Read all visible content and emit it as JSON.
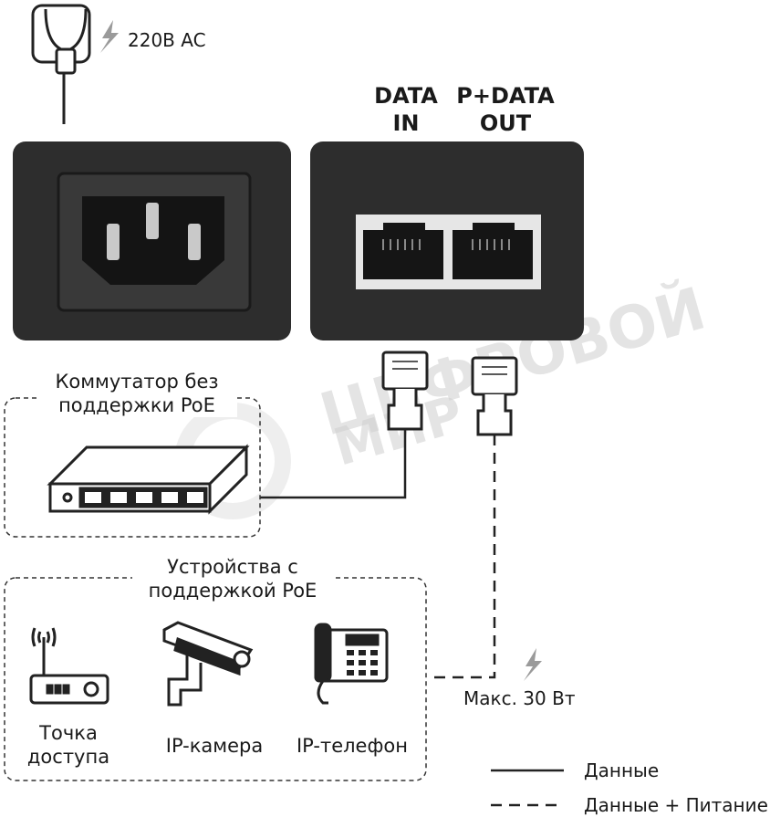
{
  "power": {
    "voltage_label": "220В AC"
  },
  "injector": {
    "data_in_label": "DATA\nIN",
    "data_out_label": "P+DATA\nOUT"
  },
  "switch_group": {
    "label": "Коммутатор без\nподдержки PoE"
  },
  "poe_group": {
    "label": "Устройства с\nподдержкой PoE",
    "devices": [
      {
        "label": "Точка\nдоступа",
        "icon": "access-point-icon"
      },
      {
        "label": "IP-камера",
        "icon": "ip-camera-icon"
      },
      {
        "label": "IP-телефон",
        "icon": "ip-phone-icon"
      }
    ]
  },
  "power_limit": {
    "label": "Макс. 30 Вт"
  },
  "legend": {
    "solid_label": "Данные",
    "dashed_label": "Данные + Питание"
  },
  "watermark": {
    "line1": "ЦИФРОВОЙ",
    "line2": "МИР"
  }
}
